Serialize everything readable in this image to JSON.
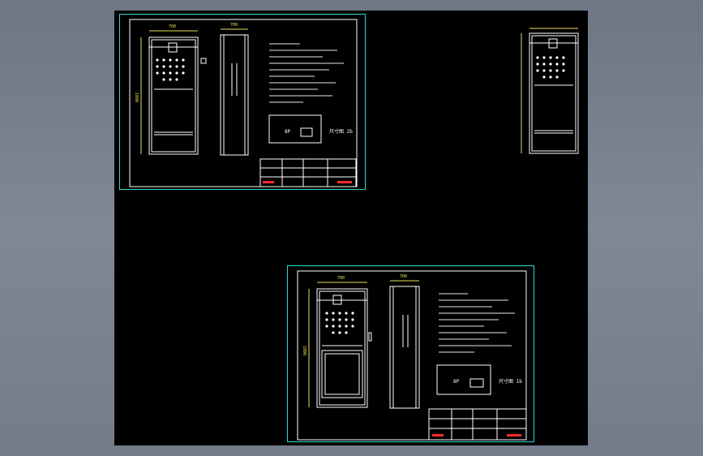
{
  "drawing": {
    "cabinet_width_dim": "700",
    "side_depth_dim": "700",
    "cabinet_height_dim": "1800",
    "sheet_label_a": "尺寸图 2b",
    "sheet_label_b": "尺寸图 1b",
    "nameplate_value": "8P",
    "colors": {
      "background": "#000000",
      "sheet_border": "#2fd6d6",
      "linework": "#ffffff",
      "dim_yellow": "#e8e05a",
      "title_red": "#ff2a2a"
    }
  }
}
